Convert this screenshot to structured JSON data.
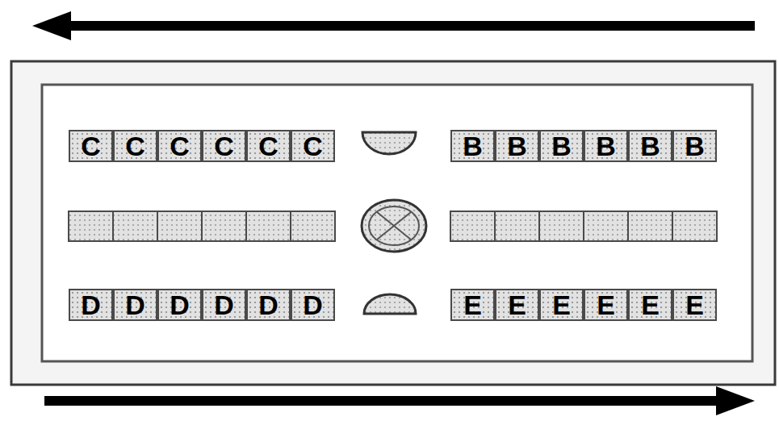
{
  "diagram": {
    "nodes": [
      {
        "text": [
          "C"
        ]
      },
      {
        "text": [
          "C"
        ]
      },
      {
        "text": [
          "C"
        ]
      },
      {
        "text": [
          "C"
        ]
      },
      {
        "text": [
          "C"
        ]
      },
      {
        "text": [
          "C"
        ]
      },
      {
        "text": [
          "B"
        ]
      },
      {
        "text": [
          "B"
        ]
      },
      {
        "text": [
          "B"
        ]
      },
      {
        "text": [
          "B"
        ]
      },
      {
        "text": [
          "B"
        ]
      },
      {
        "text": [
          "B"
        ]
      },
      {
        "text": [
          "D"
        ]
      },
      {
        "text": [
          "D"
        ]
      },
      {
        "text": [
          "D"
        ]
      },
      {
        "text": [
          "D"
        ]
      },
      {
        "text": [
          "D"
        ]
      },
      {
        "text": [
          "D"
        ]
      },
      {
        "text": [
          "E"
        ]
      },
      {
        "text": [
          "E"
        ]
      },
      {
        "text": [
          "E"
        ]
      },
      {
        "text": [
          "E"
        ]
      },
      {
        "text": [
          "E"
        ]
      },
      {
        "text": [
          "E"
        ]
      }
    ]
  }
}
